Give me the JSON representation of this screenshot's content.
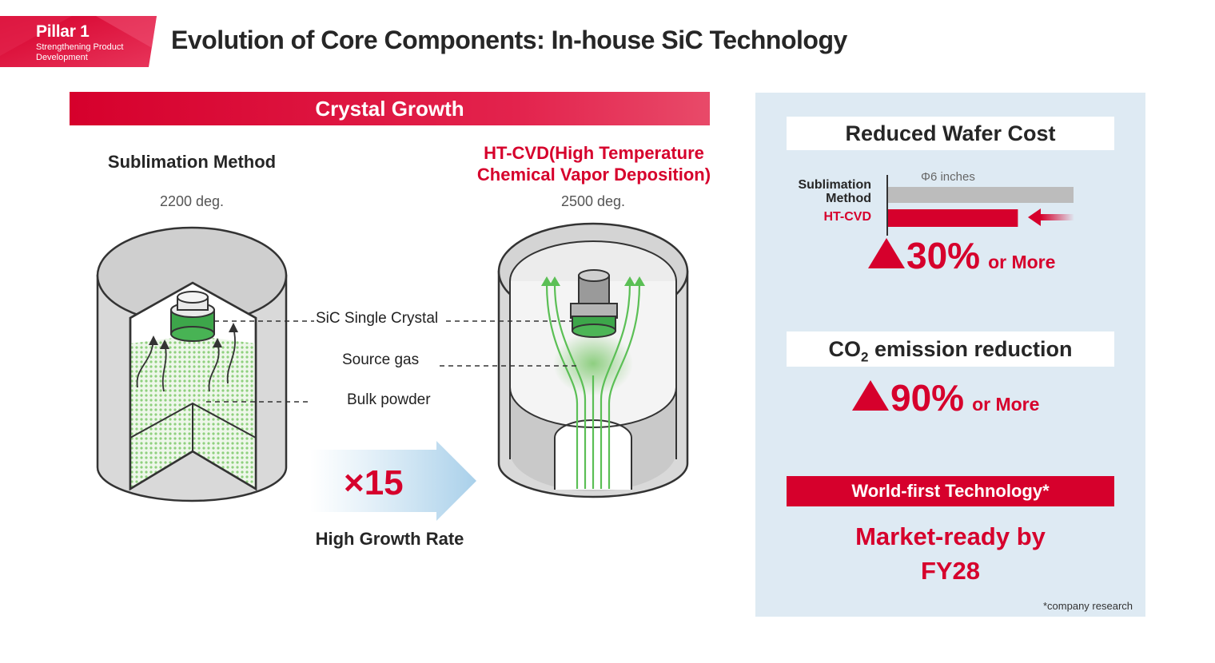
{
  "header": {
    "pillar_title": "Pillar 1",
    "pillar_subtitle": "Strengthening Product Development",
    "title": "Evolution of Core Components: In-house SiC Technology"
  },
  "crystal_growth": {
    "banner": "Crystal Growth",
    "left_method": "Sublimation Method",
    "left_temp": "2200 deg.",
    "right_method_line1": "HT-CVD(High Temperature",
    "right_method_line2": "Chemical Vapor Deposition)",
    "right_temp": "2500 deg.",
    "callouts": {
      "sic": "SiC Single Crystal",
      "gas": "Source gas",
      "bulk": "Bulk powder"
    },
    "multiplier": "×15",
    "growth_label": "High Growth Rate"
  },
  "cost": {
    "title": "Reduced Wafer Cost",
    "bar_label_sublimation": "Sublimation Method",
    "bar_label_htcvd": "HT-CVD",
    "size_label": "Φ6 inches",
    "stat_value": "30%",
    "stat_suffix": "or More"
  },
  "co2": {
    "title_prefix": "CO",
    "title_sub": "2",
    "title_suffix": " emission reduction",
    "stat_value": "90%",
    "stat_suffix": "or More"
  },
  "world_first": {
    "banner": "World-first Technology*",
    "market_line1": "Market-ready by",
    "market_line2": "FY28",
    "footnote": "*company research"
  },
  "chart_data": {
    "type": "bar",
    "categories": [
      "Sublimation Method",
      "HT-CVD"
    ],
    "values": [
      100,
      70
    ],
    "title": "Reduced Wafer Cost",
    "xlabel": "",
    "ylabel": "",
    "ylim": [
      0,
      100
    ]
  },
  "colors": {
    "brand_red": "#d6002c",
    "panel_blue": "#deeaf3",
    "bar_gray": "#bcbcbc",
    "crystal_green": "#4caf50"
  },
  "icons": [
    "left-arrow-icon",
    "triangle-up-icon",
    "growth-arrow-icon"
  ]
}
